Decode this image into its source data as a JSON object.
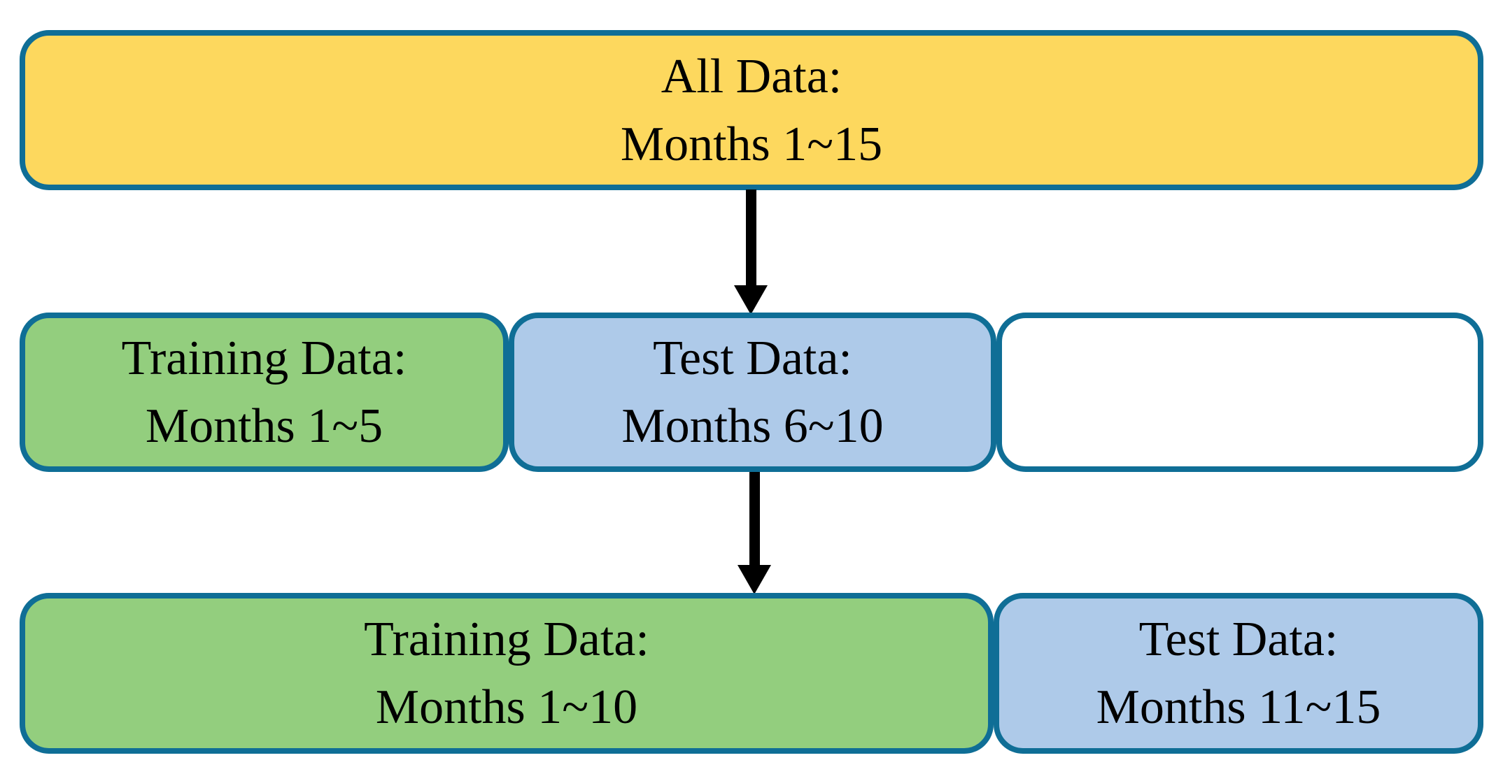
{
  "diagram": {
    "type": "flowchart",
    "description": "Train/test data split over months",
    "background": "#ffffff",
    "colors": {
      "box_border": "#0f6e96",
      "all_data_fill": "#fdd85e",
      "training_fill": "#93ce7e",
      "test_fill": "#aecae9",
      "empty_fill": "#ffffff",
      "arrow": "#000000",
      "text": "#000000"
    },
    "boxes": {
      "all_data": {
        "line1": "All Data:",
        "line2": "Months 1~15"
      },
      "training_1_5": {
        "line1": "Training Data:",
        "line2": "Months 1~5"
      },
      "test_6_10": {
        "line1": "Test Data:",
        "line2": "Months 6~10"
      },
      "empty": {
        "line1": "",
        "line2": ""
      },
      "training_1_10": {
        "line1": "Training Data:",
        "line2": "Months 1~10"
      },
      "test_11_15": {
        "line1": "Test Data:",
        "line2": "Months 11~15"
      }
    }
  }
}
